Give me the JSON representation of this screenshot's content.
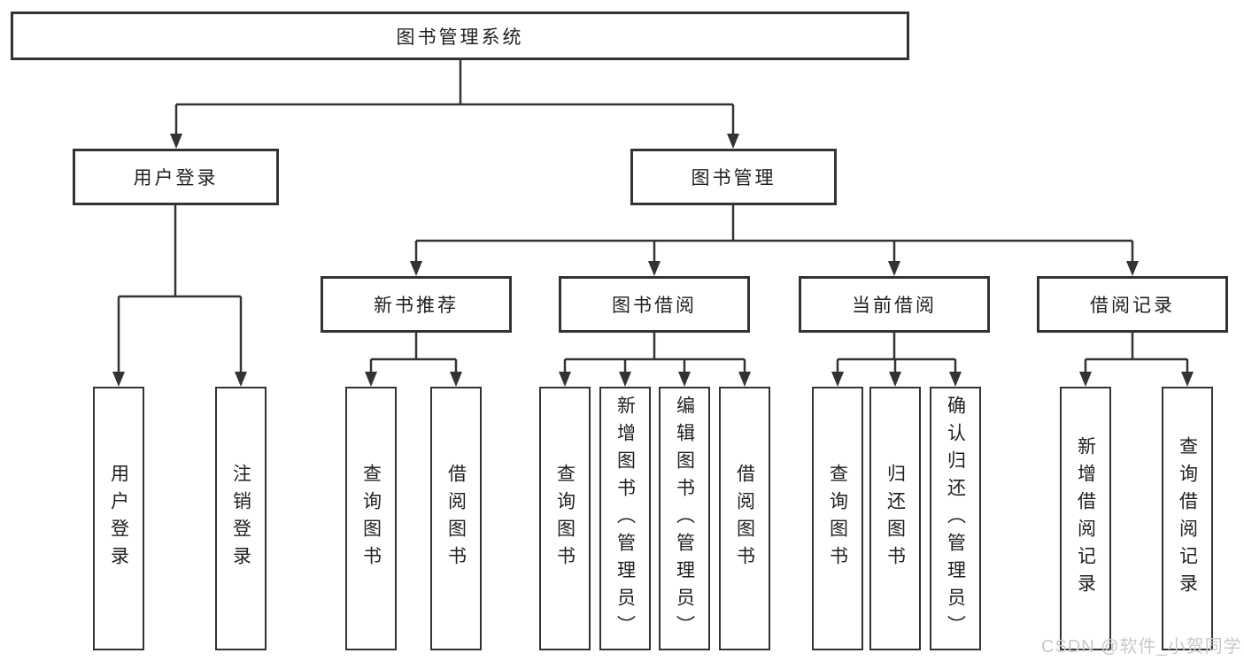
{
  "root": {
    "label": "图书管理系统"
  },
  "branches": [
    {
      "label": "用户登录",
      "children": [
        {
          "label": "用户登录"
        },
        {
          "label": "注销登录"
        }
      ]
    },
    {
      "label": "图书管理",
      "groups": [
        {
          "label": "新书推荐",
          "children": [
            {
              "label": "查询图书"
            },
            {
              "label": "借阅图书"
            }
          ]
        },
        {
          "label": "图书借阅",
          "children": [
            {
              "label": "查询图书"
            },
            {
              "label": "新增图书（管理员）"
            },
            {
              "label": "编辑图书（管理员）"
            },
            {
              "label": "借阅图书"
            }
          ]
        },
        {
          "label": "当前借阅",
          "children": [
            {
              "label": "查询图书"
            },
            {
              "label": "归还图书"
            },
            {
              "label": "确认归还（管理员）"
            }
          ]
        },
        {
          "label": "借阅记录",
          "children": [
            {
              "label": "新增借阅记录"
            },
            {
              "label": "查询借阅记录"
            }
          ]
        }
      ]
    }
  ],
  "watermark": {
    "text": "CSDN @软件_小贺同学"
  },
  "colors": {
    "line": "#333333",
    "background": "#ffffff",
    "watermark": "#c6cacd"
  }
}
